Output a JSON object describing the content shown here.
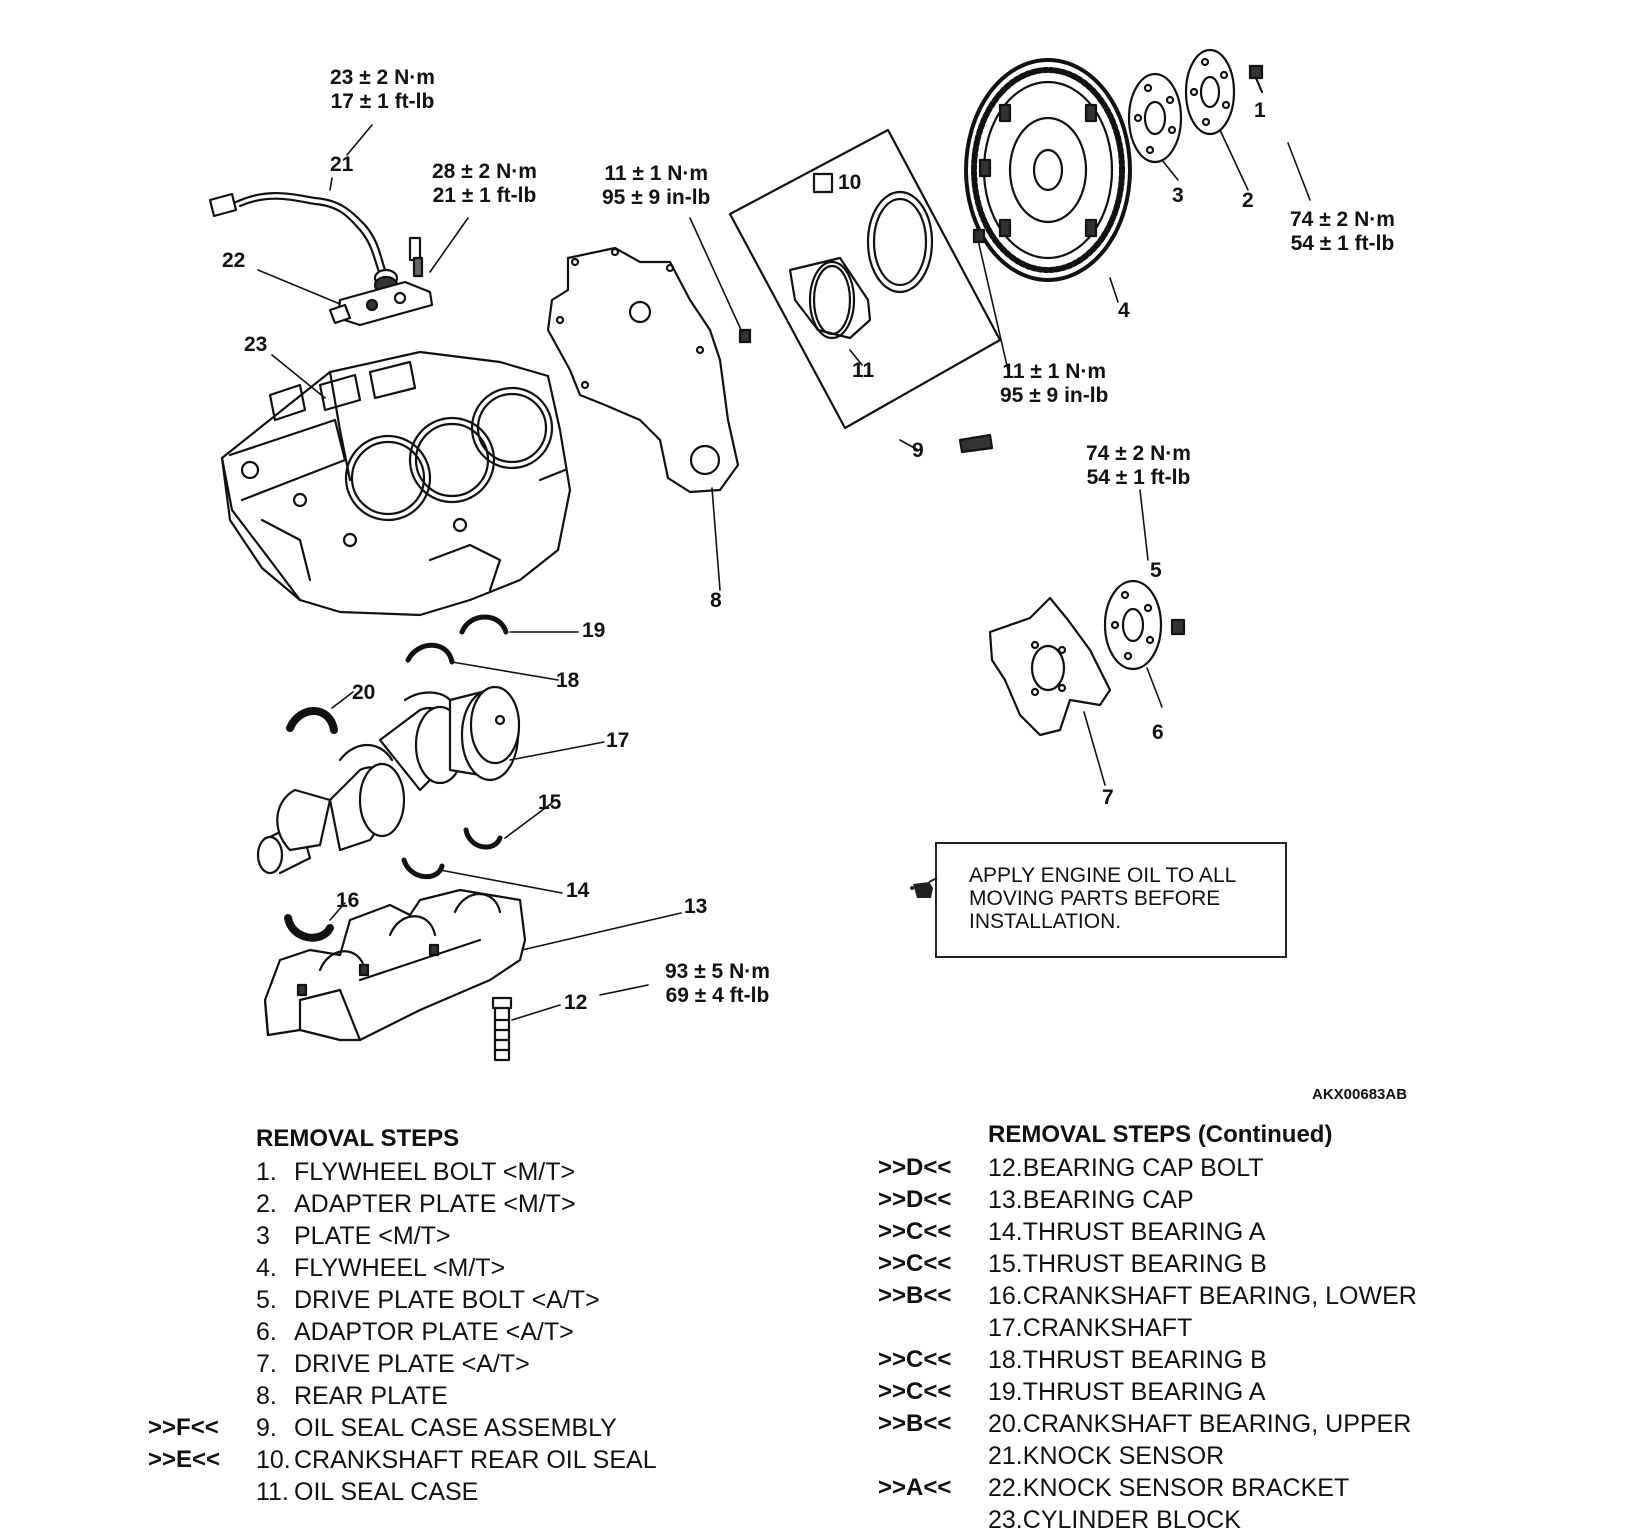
{
  "torque_specs": {
    "t21": {
      "metric": "23 ± 2 N·m",
      "imperial": "17 ± 1 ft-lb"
    },
    "t22": {
      "metric": "28 ± 2 N·m",
      "imperial": "21 ± 1 ft-lb"
    },
    "t8a": {
      "metric": "11 ± 1 N·m",
      "imperial": "95 ± 9 in-lb"
    },
    "t1": {
      "metric": "74 ± 2 N·m",
      "imperial": "54 ± 1 ft-lb"
    },
    "t8b": {
      "metric": "11 ± 1 N·m",
      "imperial": "95 ± 9 in-lb"
    },
    "t5": {
      "metric": "74 ± 2 N·m",
      "imperial": "54 ± 1 ft-lb"
    },
    "t12": {
      "metric": "93 ± 5 N·m",
      "imperial": "69 ± 4 ft-lb"
    }
  },
  "callouts": {
    "c1": "1",
    "c2": "2",
    "c3": "3",
    "c4": "4",
    "c5": "5",
    "c6": "6",
    "c7": "7",
    "c8": "8",
    "c9": "9",
    "c10": "10",
    "c11": "11",
    "c12": "12",
    "c13": "13",
    "c14": "14",
    "c15": "15",
    "c16": "16",
    "c17": "17",
    "c18": "18",
    "c19": "19",
    "c20": "20",
    "c21": "21",
    "c22": "22",
    "c23": "23",
    "n_symbol": "N"
  },
  "note": {
    "line1": "APPLY ENGINE OIL TO ALL",
    "line2": "MOVING PARTS BEFORE",
    "line3": "INSTALLATION."
  },
  "figure_code": "AKX00683AB",
  "removal_steps": {
    "title": "REMOVAL STEPS",
    "items": [
      {
        "code": "",
        "num": "1.",
        "label": "FLYWHEEL BOLT <M/T>"
      },
      {
        "code": "",
        "num": "2.",
        "label": "ADAPTER PLATE <M/T>"
      },
      {
        "code": "",
        "num": "3",
        "label": "PLATE <M/T>"
      },
      {
        "code": "",
        "num": "4.",
        "label": "FLYWHEEL <M/T>"
      },
      {
        "code": "",
        "num": "5.",
        "label": "DRIVE PLATE BOLT <A/T>"
      },
      {
        "code": "",
        "num": "6.",
        "label": "ADAPTOR PLATE <A/T>"
      },
      {
        "code": "",
        "num": "7.",
        "label": "DRIVE PLATE <A/T>"
      },
      {
        "code": "",
        "num": "8.",
        "label": "REAR PLATE"
      },
      {
        "code": ">>F<<",
        "num": "9.",
        "label": "OIL SEAL CASE ASSEMBLY"
      },
      {
        "code": ">>E<<",
        "num": "10.",
        "label": "CRANKSHAFT REAR OIL SEAL"
      },
      {
        "code": "",
        "num": "11.",
        "label": "OIL SEAL CASE"
      }
    ]
  },
  "removal_steps_continued": {
    "title": "REMOVAL STEPS (Continued)",
    "items": [
      {
        "code": ">>D<<",
        "num": "12.",
        "label": "BEARING CAP BOLT"
      },
      {
        "code": ">>D<<",
        "num": "13.",
        "label": "BEARING CAP"
      },
      {
        "code": ">>C<<",
        "num": "14.",
        "label": "THRUST BEARING A"
      },
      {
        "code": ">>C<<",
        "num": "15.",
        "label": "THRUST BEARING B"
      },
      {
        "code": ">>B<<",
        "num": "16.",
        "label": "CRANKSHAFT BEARING, LOWER"
      },
      {
        "code": "",
        "num": "17.",
        "label": "CRANKSHAFT"
      },
      {
        "code": ">>C<<",
        "num": "18.",
        "label": "THRUST BEARING B"
      },
      {
        "code": ">>C<<",
        "num": "19.",
        "label": "THRUST BEARING A"
      },
      {
        "code": ">>B<<",
        "num": "20.",
        "label": "CRANKSHAFT BEARING, UPPER"
      },
      {
        "code": "",
        "num": "21.",
        "label": "KNOCK SENSOR"
      },
      {
        "code": ">>A<<",
        "num": "22.",
        "label": "KNOCK SENSOR BRACKET"
      },
      {
        "code": "",
        "num": "23.",
        "label": "CYLINDER BLOCK"
      }
    ]
  }
}
